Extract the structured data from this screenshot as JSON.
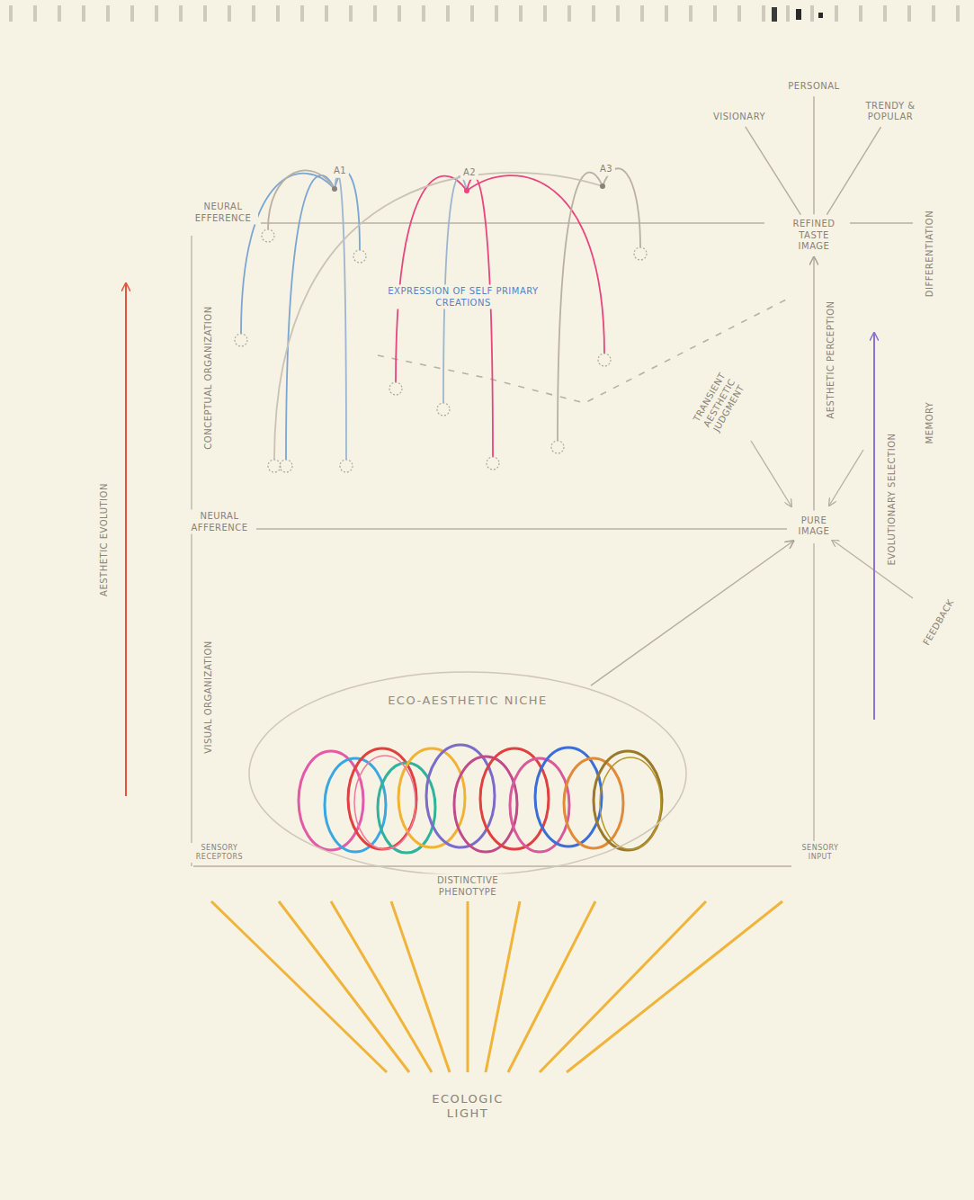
{
  "diagram": {
    "nodes": [
      {
        "text": [
          "VISIONARY"
        ]
      },
      {
        "text": [
          "PERSONAL"
        ]
      },
      {
        "text": [
          "TRENDY & POPULAR"
        ]
      },
      {
        "text": [
          "REFINED TASTE IMAGE"
        ]
      },
      {
        "text": [
          "PURE IMAGE"
        ]
      },
      {
        "text": [
          "ECO-AESTHETIC NICHE"
        ]
      }
    ],
    "edges": [
      {
        "from": 0,
        "to": 3,
        "arrow": "none"
      },
      {
        "from": 1,
        "to": 3,
        "arrow": "none"
      },
      {
        "from": 2,
        "to": 3,
        "arrow": "none"
      },
      {
        "from": 4,
        "to": 3,
        "arrow": "to"
      },
      {
        "from": 5,
        "to": 4,
        "arrow": "to"
      }
    ],
    "labels": [
      "A1",
      "A2",
      "A3",
      "NEURAL EFFERENCE",
      "EXPRESSION OF SELF PRIMARY CREATIONS",
      "DIFFERENTIATION",
      "AESTHETIC PERCEPTION",
      "CONCEPTUAL ORGANIZATION",
      "AESTHETIC EVOLUTION",
      "TRANSIENT AESTHETIC JUDGMENT",
      "MEMORY",
      "NEURAL AFFERENCE",
      "EVOLUTIONARY SELECTION",
      "FEEDBACK",
      "VISUAL ORGANIZATION",
      "SENSORY RECEPTORS",
      "DISTINCTIVE PHENOTYPE",
      "SENSORY INPUT",
      "ECOLOGIC LIGHT"
    ]
  }
}
